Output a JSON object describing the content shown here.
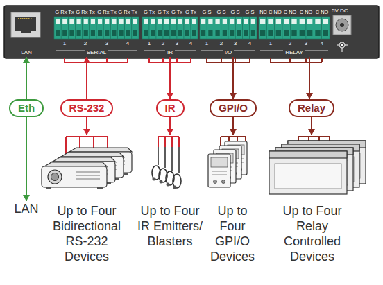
{
  "diagram": {
    "nodes": [
      {
        "text": [
          "5V DC"
        ]
      },
      {
        "text": [
          "LAN"
        ],
        "in": 0
      },
      {
        "text": [
          "SERIAL"
        ],
        "in": 0
      },
      {
        "text": [
          "IR"
        ],
        "in": 0
      },
      {
        "text": [
          "I/O"
        ],
        "in": 0
      },
      {
        "text": [
          "RELAY"
        ],
        "in": 0
      },
      {
        "text": [
          "Eth"
        ]
      },
      {
        "text": [
          "RS-232"
        ]
      },
      {
        "text": [
          "IR"
        ]
      },
      {
        "text": [
          "GPI/O"
        ]
      },
      {
        "text": [
          "Relay"
        ]
      },
      {
        "text": [
          "LAN"
        ]
      },
      {
        "text": [
          "Up to Four Bidirectional RS-232 Devices"
        ]
      },
      {
        "text": [
          "Up to Four IR Emitters/ Blasters"
        ]
      },
      {
        "text": [
          "Up to Four GPI/O Devices"
        ]
      },
      {
        "text": [
          "Up to Four Relay Controlled Devices"
        ]
      }
    ],
    "edges": [
      {
        "from": 6,
        "to": 1,
        "arrow": "to"
      },
      {
        "from": 6,
        "to": 11,
        "arrow": "to"
      },
      {
        "from": 7,
        "to": 2,
        "arrow": "to"
      },
      {
        "from": 7,
        "to": 12,
        "arrow": "to"
      },
      {
        "from": 3,
        "to": 8,
        "arrow": "to"
      },
      {
        "from": 8,
        "to": 13,
        "arrow": "to"
      },
      {
        "from": 4,
        "to": 9,
        "arrow": "to"
      },
      {
        "from": 9,
        "to": 14,
        "arrow": "to"
      },
      {
        "from": 5,
        "to": 10,
        "arrow": "to"
      },
      {
        "from": 10,
        "to": 15,
        "arrow": "to"
      }
    ],
    "labels": [
      "G Rx Tx",
      "G Rx Tx",
      "G Rx Tx",
      "G Rx Tx",
      "G Tx",
      "G Tx",
      "G Tx",
      "G Tx",
      "G S",
      "G S",
      "G S",
      "G S",
      "NC C NO",
      "C NO",
      "C NO",
      "C NO",
      "1",
      "2",
      "3",
      "4",
      "1",
      "2",
      "3",
      "4",
      "1",
      "2",
      "3",
      "4",
      "1",
      "2",
      "3",
      "4"
    ]
  }
}
